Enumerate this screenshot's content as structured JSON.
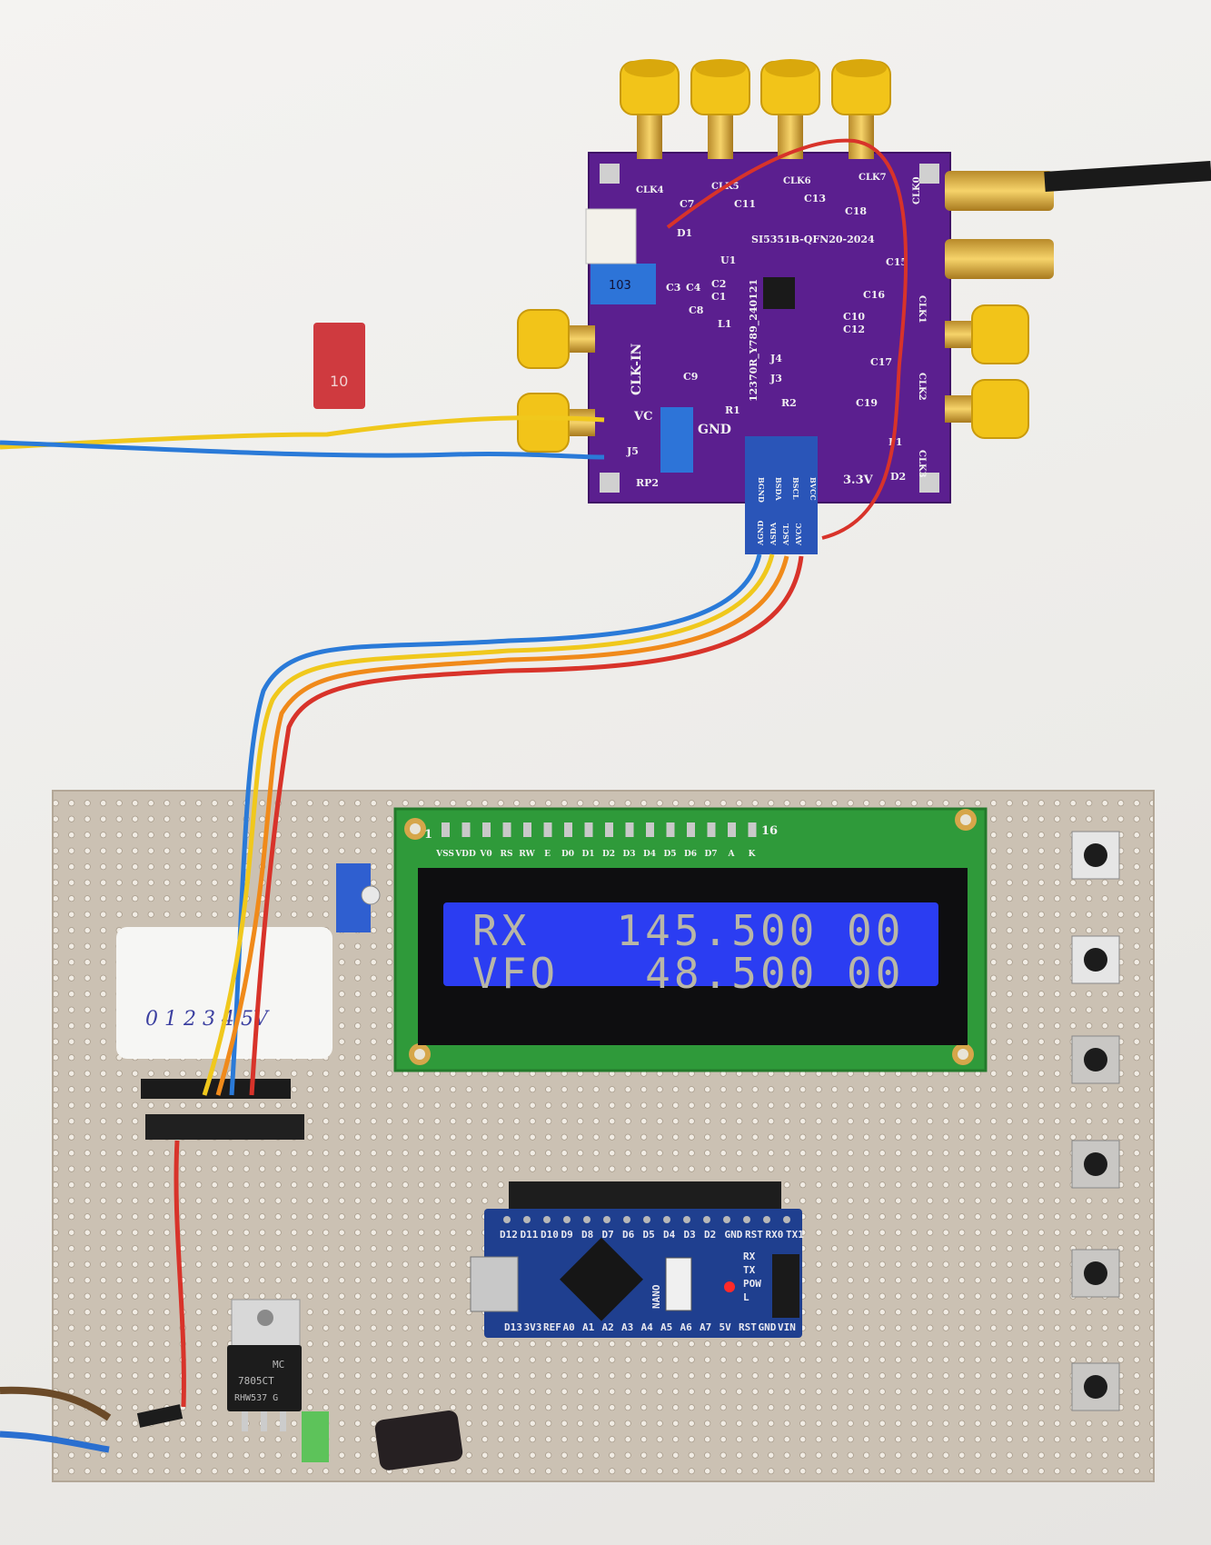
{
  "lcd": {
    "line1": "RX   145.500 00",
    "line2": "VFO   48.500 00",
    "pin_first": "1",
    "pin_last": "16",
    "pin_labels": [
      "VSS",
      "VDD",
      "V0",
      "RS",
      "RW",
      "E",
      "D0",
      "D1",
      "D2",
      "D3",
      "D4",
      "D5",
      "D6",
      "D7",
      "A",
      "K"
    ],
    "screen_color": "#2b3df2",
    "pcb_color": "#2f9a3a"
  },
  "si5351_board": {
    "title": "SI5351B-QFN20-2024",
    "revision": "12370R_Y789_240121",
    "pcb_color": "#5b1f8f",
    "clock_labels": [
      "CLK4",
      "CLK5",
      "CLK6",
      "CLK7",
      "CLK0",
      "CLK1",
      "CLK2",
      "CLK3"
    ],
    "component_labels": [
      "C7",
      "C11",
      "C13",
      "C18",
      "C15",
      "C16",
      "C10",
      "C12",
      "C17",
      "C19",
      "C3",
      "C4",
      "C2",
      "C1",
      "C8",
      "C9",
      "U1",
      "L1",
      "D1",
      "J4",
      "J3",
      "R1",
      "R2",
      "J5",
      "RP2",
      "F1",
      "D2"
    ],
    "clk_in_label": "CLK-IN",
    "vc_label": "VC",
    "gnd_label": "GND",
    "v33_label": "3.3V",
    "trimmer_label": "103",
    "i2c_adapter_top": [
      "BGND",
      "BSDA",
      "BSCL",
      "BVCC"
    ],
    "i2c_adapter_bottom": [
      "AGND",
      "ASDA",
      "ASCL",
      "AVCC"
    ]
  },
  "arduino_nano": {
    "top_pins": [
      "D12",
      "D11",
      "D10",
      "D9",
      "D8",
      "D7",
      "D6",
      "D5",
      "D4",
      "D3",
      "D2",
      "GND",
      "RST",
      "RX0",
      "TX1"
    ],
    "bottom_pins": [
      "D13",
      "3V3",
      "REF",
      "A0",
      "A1",
      "A2",
      "A3",
      "A4",
      "A5",
      "A6",
      "A7",
      "5V",
      "RST",
      "GND",
      "VIN"
    ],
    "led_labels": [
      "RX",
      "TX",
      "POW",
      "L"
    ],
    "board_label": "NANO",
    "pcb_color": "#1f3f8f"
  },
  "regulator": {
    "line1": "MC",
    "line2": "7805CT",
    "line3": "RHW537 G"
  },
  "capacitor_red": {
    "label": "10"
  },
  "handwritten_note": {
    "text": "0 1 2 3 4 5V"
  },
  "wire_colors": {
    "yellow": "#f2c81a",
    "orange": "#f08a1a",
    "blue": "#2a7ad8",
    "red": "#d8332a"
  }
}
